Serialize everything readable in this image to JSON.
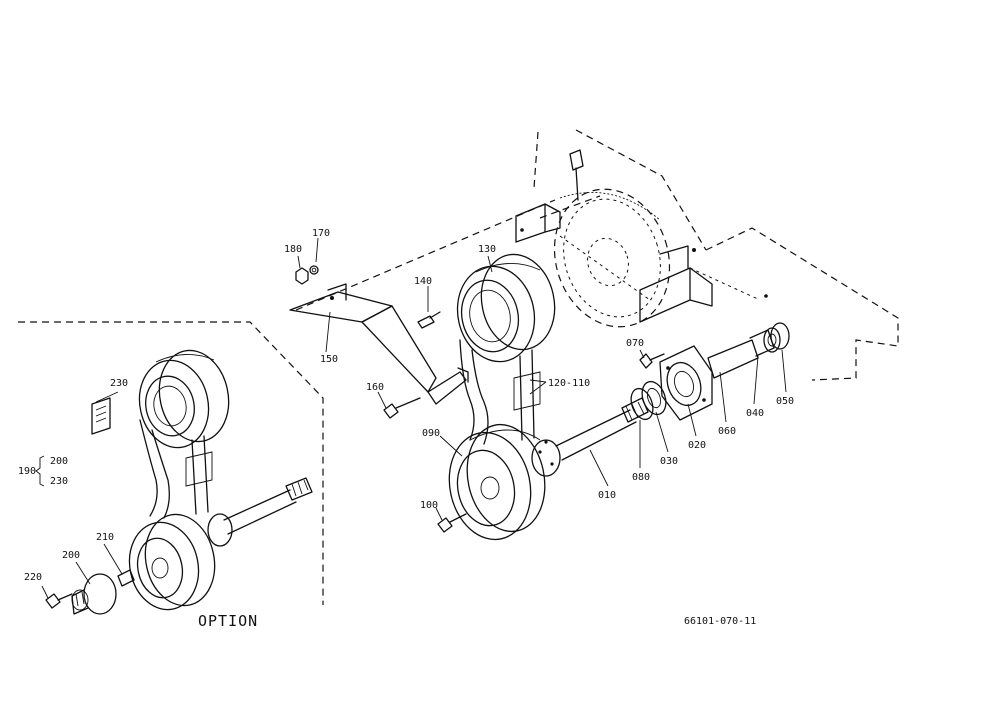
{
  "labels": {
    "p010": "010",
    "p020": "020",
    "p030": "030",
    "p040": "040",
    "p050": "050",
    "p060": "060",
    "p070": "070",
    "p080": "080",
    "p090": "090",
    "p100": "100",
    "p120_110": "120-110",
    "p130": "130",
    "p140": "140",
    "p150": "150",
    "p160": "160",
    "p170": "170",
    "p180": "180",
    "p190": "190",
    "p200a": "200",
    "p230a": "230",
    "p200": "200",
    "p210": "210",
    "p220": "220",
    "p230": "230",
    "option": "OPTION",
    "drawing_number": "66101-070-11"
  }
}
